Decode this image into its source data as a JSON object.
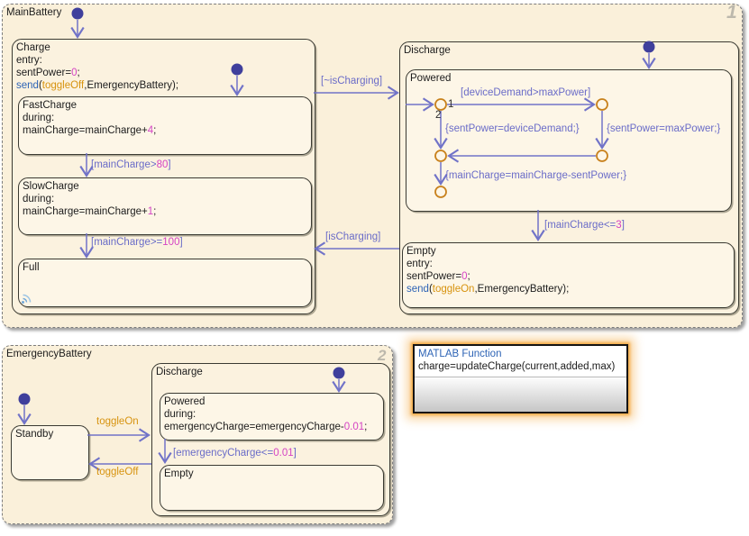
{
  "colors": {
    "canvas_bg": "#ffffff",
    "superstate_fill": "#faf0da",
    "state_fill": "#fdf6e7",
    "state_border": "#3a3a32",
    "transition": "#6a6cc8",
    "default_dot": "#3f3f9c",
    "junction_stroke": "#c8811c",
    "number_literal": "#d544c4",
    "event_orange": "#d7930f",
    "keyword_blue": "#2d63b5",
    "corner_number_gray": "#bcb8ac",
    "matlab_glow": "#f4a83e"
  },
  "icons": {
    "full_state_badge": "logged-data-signal-arcs"
  },
  "main_battery": {
    "label": "MainBattery",
    "corner_number": "1",
    "charge": {
      "label": "Charge",
      "lines": [
        [
          {
            "t": "entry:",
            "c": "k"
          }
        ],
        [
          {
            "t": "sentPower=",
            "c": "k"
          },
          {
            "t": "0",
            "c": "m"
          },
          {
            "t": ";",
            "c": "k"
          }
        ],
        [
          {
            "t": "send",
            "c": "b"
          },
          {
            "t": "(",
            "c": "k"
          },
          {
            "t": "toggleOff",
            "c": "o"
          },
          {
            "t": ",EmergencyBattery);",
            "c": "k"
          }
        ]
      ]
    },
    "fast_charge": {
      "label": "FastCharge",
      "lines": [
        [
          {
            "t": "during:",
            "c": "k"
          }
        ],
        [
          {
            "t": "mainCharge=mainCharge+",
            "c": "k"
          },
          {
            "t": "4",
            "c": "m"
          },
          {
            "t": ";",
            "c": "k"
          }
        ]
      ]
    },
    "slow_charge": {
      "label": "SlowCharge",
      "lines": [
        [
          {
            "t": "during:",
            "c": "k"
          }
        ],
        [
          {
            "t": "mainCharge=mainCharge+",
            "c": "k"
          },
          {
            "t": "1",
            "c": "m"
          },
          {
            "t": ";",
            "c": "k"
          }
        ]
      ]
    },
    "full": {
      "label": "Full"
    },
    "discharge": {
      "label": "Discharge"
    },
    "powered": {
      "label": "Powered"
    },
    "empty": {
      "label": "Empty",
      "lines": [
        [
          {
            "t": "entry:",
            "c": "k"
          }
        ],
        [
          {
            "t": "sentPower=",
            "c": "k"
          },
          {
            "t": "0",
            "c": "m"
          },
          {
            "t": ";",
            "c": "k"
          }
        ],
        [
          {
            "t": "send",
            "c": "b"
          },
          {
            "t": "(",
            "c": "k"
          },
          {
            "t": "toggleOn",
            "c": "o"
          },
          {
            "t": ",EmergencyBattery);",
            "c": "k"
          }
        ]
      ]
    },
    "transitions": {
      "not_is_charging": [
        {
          "t": "[~isCharging]",
          "c": "t"
        }
      ],
      "is_charging": [
        {
          "t": "[isCharging]",
          "c": "t"
        }
      ],
      "main_gt_80": [
        {
          "t": "[mainCharge>",
          "c": "t"
        },
        {
          "t": "80",
          "c": "m"
        },
        {
          "t": "]",
          "c": "t"
        }
      ],
      "main_ge_100": [
        {
          "t": "[mainCharge>=",
          "c": "t"
        },
        {
          "t": "100",
          "c": "m"
        },
        {
          "t": "]",
          "c": "t"
        }
      ],
      "device_demand_gt_max": [
        {
          "t": "[deviceDemand>maxPower]",
          "c": "t"
        }
      ],
      "order_1": "1",
      "order_2": "2",
      "sent_eq_device": [
        {
          "t": "{sentPower=deviceDemand;}",
          "c": "t"
        }
      ],
      "sent_eq_max": [
        {
          "t": "{sentPower=maxPower;}",
          "c": "t"
        }
      ],
      "main_minus_sent": [
        {
          "t": "{mainCharge=mainCharge-sentPower;}",
          "c": "t"
        }
      ],
      "main_le_3": [
        {
          "t": "[mainCharge<=",
          "c": "t"
        },
        {
          "t": "3",
          "c": "m"
        },
        {
          "t": "]",
          "c": "t"
        }
      ]
    }
  },
  "emergency_battery": {
    "label": "EmergencyBattery",
    "corner_number": "2",
    "standby": {
      "label": "Standby"
    },
    "discharge": {
      "label": "Discharge"
    },
    "powered": {
      "label": "Powered",
      "lines": [
        [
          {
            "t": "during:",
            "c": "k"
          }
        ],
        [
          {
            "t": "emergencyCharge=emergencyCharge-",
            "c": "k"
          },
          {
            "t": "0.01",
            "c": "m"
          },
          {
            "t": ";",
            "c": "k"
          }
        ]
      ]
    },
    "empty": {
      "label": "Empty"
    },
    "transitions": {
      "toggle_on": [
        {
          "t": "toggleOn",
          "c": "o"
        }
      ],
      "toggle_off": [
        {
          "t": "toggleOff",
          "c": "o"
        }
      ],
      "em_le_001": [
        {
          "t": "[emergencyCharge<=",
          "c": "t"
        },
        {
          "t": "0.01",
          "c": "m"
        },
        {
          "t": "]",
          "c": "t"
        }
      ]
    }
  },
  "matlab_function": {
    "header": "MATLAB Function",
    "signature": "charge=updateCharge(current,added,max)"
  }
}
